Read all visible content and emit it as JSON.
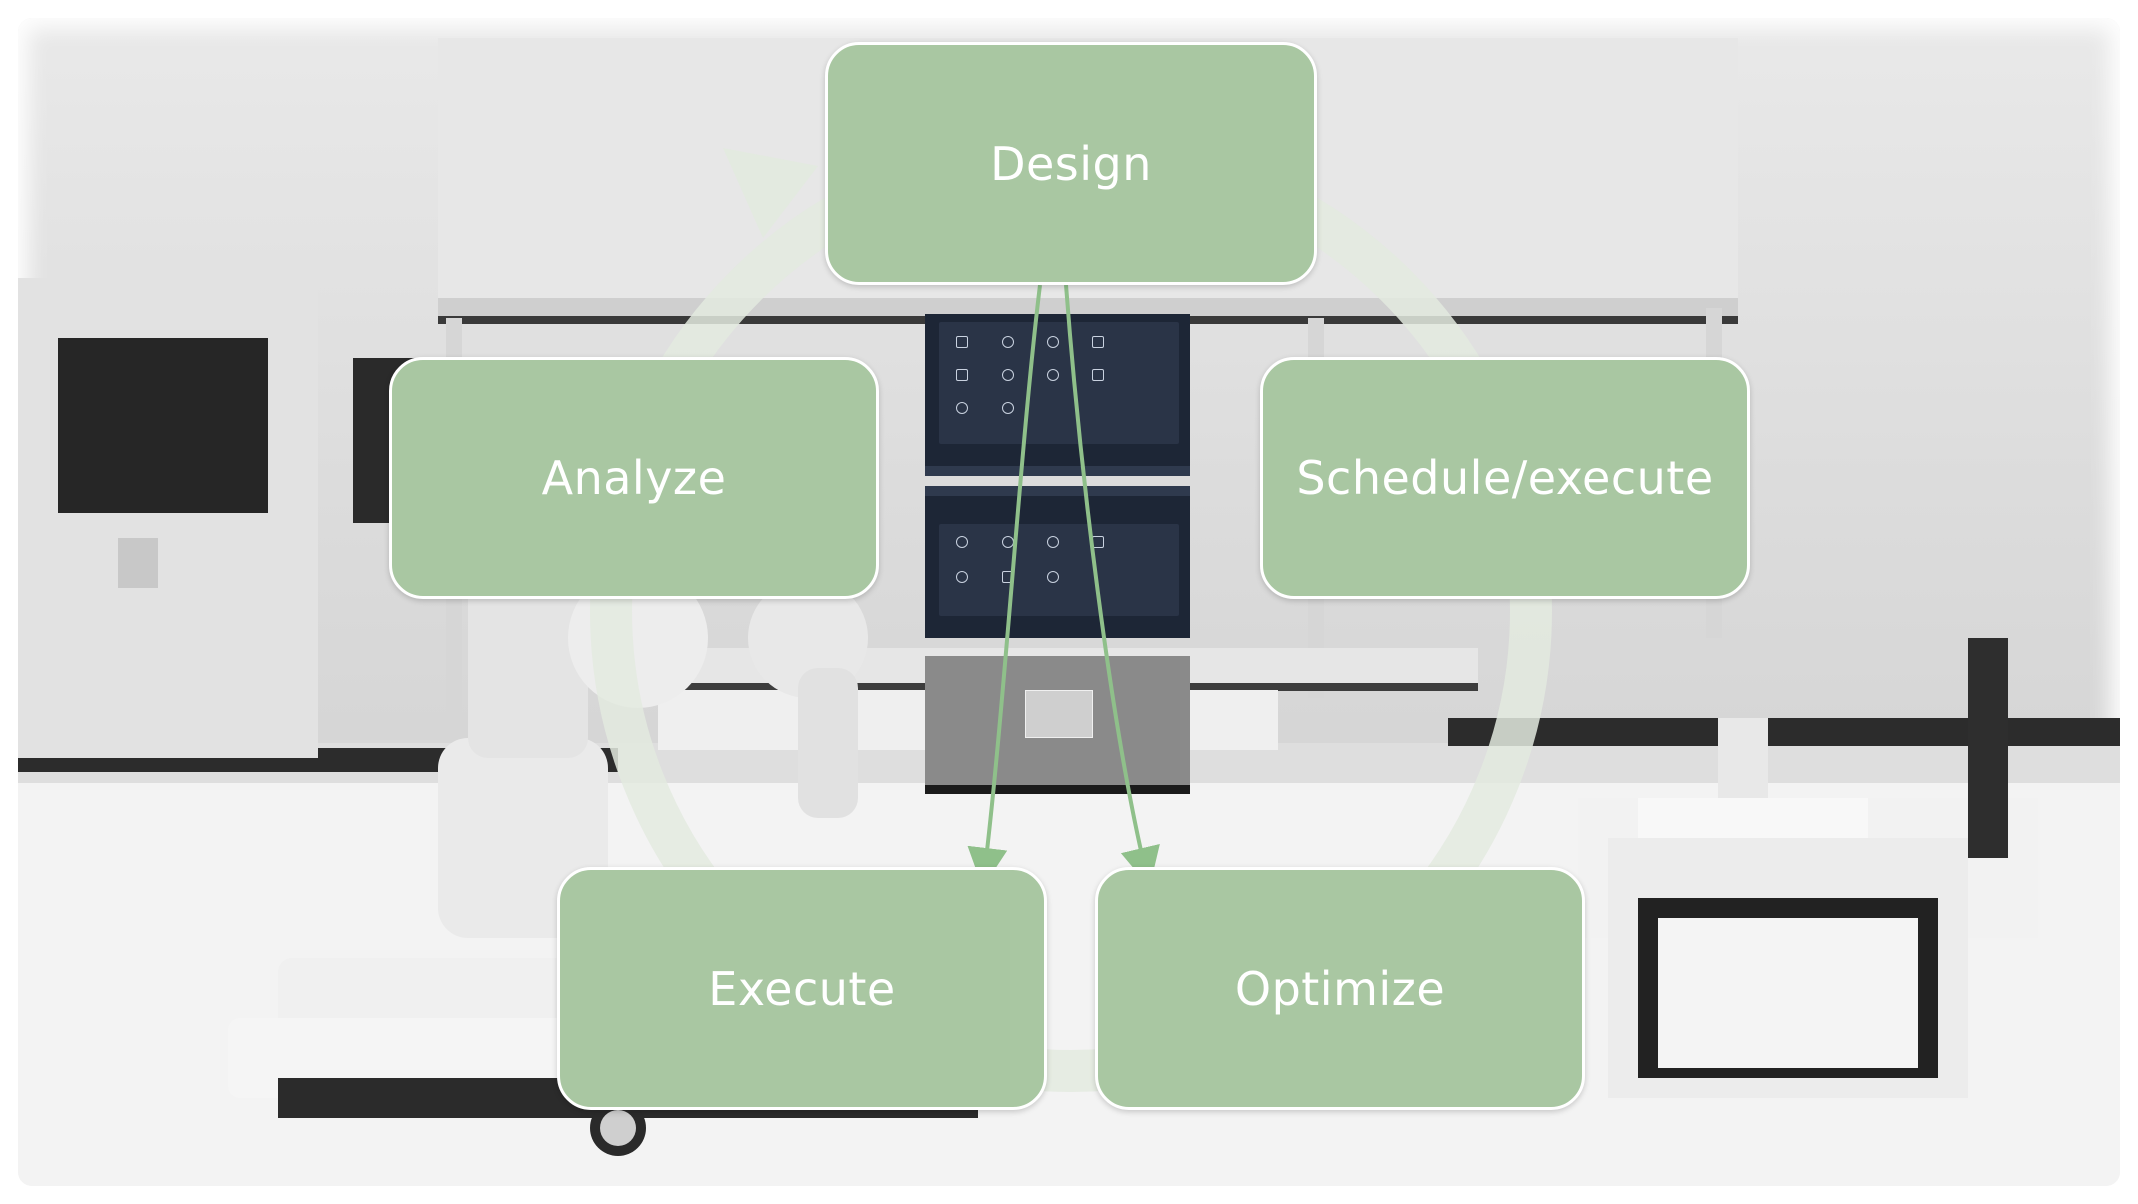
{
  "diagram": {
    "stages": [
      {
        "label": "Design"
      },
      {
        "label": "Schedule/execute"
      },
      {
        "label": "Optimize"
      },
      {
        "label": "Execute"
      },
      {
        "label": "Analyze"
      }
    ],
    "colors": {
      "stage_fill": "#a9c7a2",
      "stage_text": "#ffffff",
      "cycle_arrow": "#e3eadf",
      "connector": "#8fc08a"
    }
  }
}
